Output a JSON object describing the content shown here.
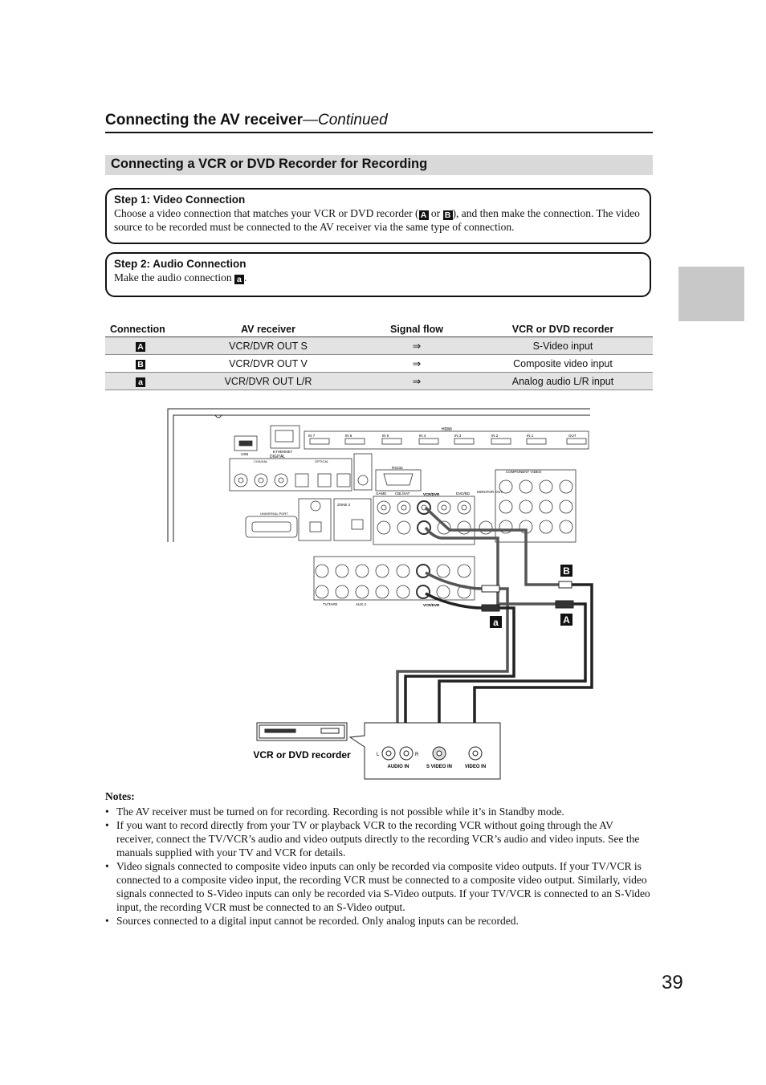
{
  "header": {
    "title": "Connecting the AV receiver",
    "continued": "—Continued"
  },
  "section": {
    "title": "Connecting a VCR or DVD Recorder for Recording"
  },
  "step1": {
    "title": "Step 1: Video Connection",
    "text_a": "Choose a video connection that matches your VCR or DVD recorder (",
    "badge_a": "A",
    "text_or": " or ",
    "badge_b": "B",
    "text_b": "), and then make the connection. The video source to be recorded must be connected to the AV receiver via the same type of connection."
  },
  "step2": {
    "title": "Step 2: Audio Connection",
    "text": "Make the audio connection ",
    "badge": "a",
    "text_end": "."
  },
  "table": {
    "headers": [
      "Connection",
      "AV receiver",
      "Signal flow",
      "VCR or DVD recorder"
    ],
    "rows": [
      {
        "badge": "A",
        "receiver": "VCR/DVR OUT S",
        "flow": "⇒",
        "recorder": "S-Video input"
      },
      {
        "badge": "B",
        "receiver": "VCR/DVR OUT  V",
        "flow": "⇒",
        "recorder": "Composite video input"
      },
      {
        "badge": "a",
        "receiver": "VCR/DVR OUT L/R",
        "flow": "⇒",
        "recorder": "Analog audio L/R input"
      }
    ]
  },
  "diagram": {
    "hdmi": "HDMI",
    "hdmi_inputs": [
      "IN 7",
      "IN 6",
      "IN 5",
      "IN 4",
      "IN 3",
      "IN 2",
      "IN 1",
      "OUT"
    ],
    "usb": "USB",
    "ethernet": "ETHERNET",
    "digital": "DIGITAL",
    "coaxial": "COAXIAL",
    "optical": "OPTICAL",
    "rs232": "RS232",
    "universal_port": "UNIVERSAL PORT",
    "zone2": "ZONE 2",
    "component_video": "COMPONENT VIDEO",
    "vcr_dvr": "VCR/DVR",
    "game": "GAME",
    "cbl_sat": "CBL/SAT",
    "dvd_bd": "DVD/BD",
    "monitor_out": "MONITOR OUT",
    "tv_tape": "TV/TAPE",
    "aux2": "AUX 2",
    "label_A": "A",
    "label_B": "B",
    "label_a": "a",
    "recorder_label": "VCR or DVD recorder",
    "jack_L": "L",
    "jack_R": "R",
    "audio_in": "AUDIO IN",
    "svideo_in": "S VIDEO IN",
    "video_in": "VIDEO IN"
  },
  "notes": {
    "title": "Notes:",
    "items": [
      "The AV receiver must be turned on for recording. Recording is not possible while it’s in Standby mode.",
      "If you want to record directly from your TV or playback VCR to the recording VCR without going through the AV receiver, connect the TV/VCR’s audio and video outputs directly to the recording VCR’s audio and video inputs. See the manuals supplied with your TV and VCR for details.",
      "Video signals connected to composite video inputs can only be recorded via composite video outputs. If your TV/VCR is connected to a composite video input, the recording VCR must be connected to a composite video output. Similarly, video signals connected to S-Video inputs can only be recorded via S-Video outputs. If your TV/VCR is connected to an S-Video input, the recording VCR must be connected to an S-Video output.",
      "Sources connected to a digital input cannot be recorded. Only analog inputs can be recorded."
    ]
  },
  "page_number": "39"
}
